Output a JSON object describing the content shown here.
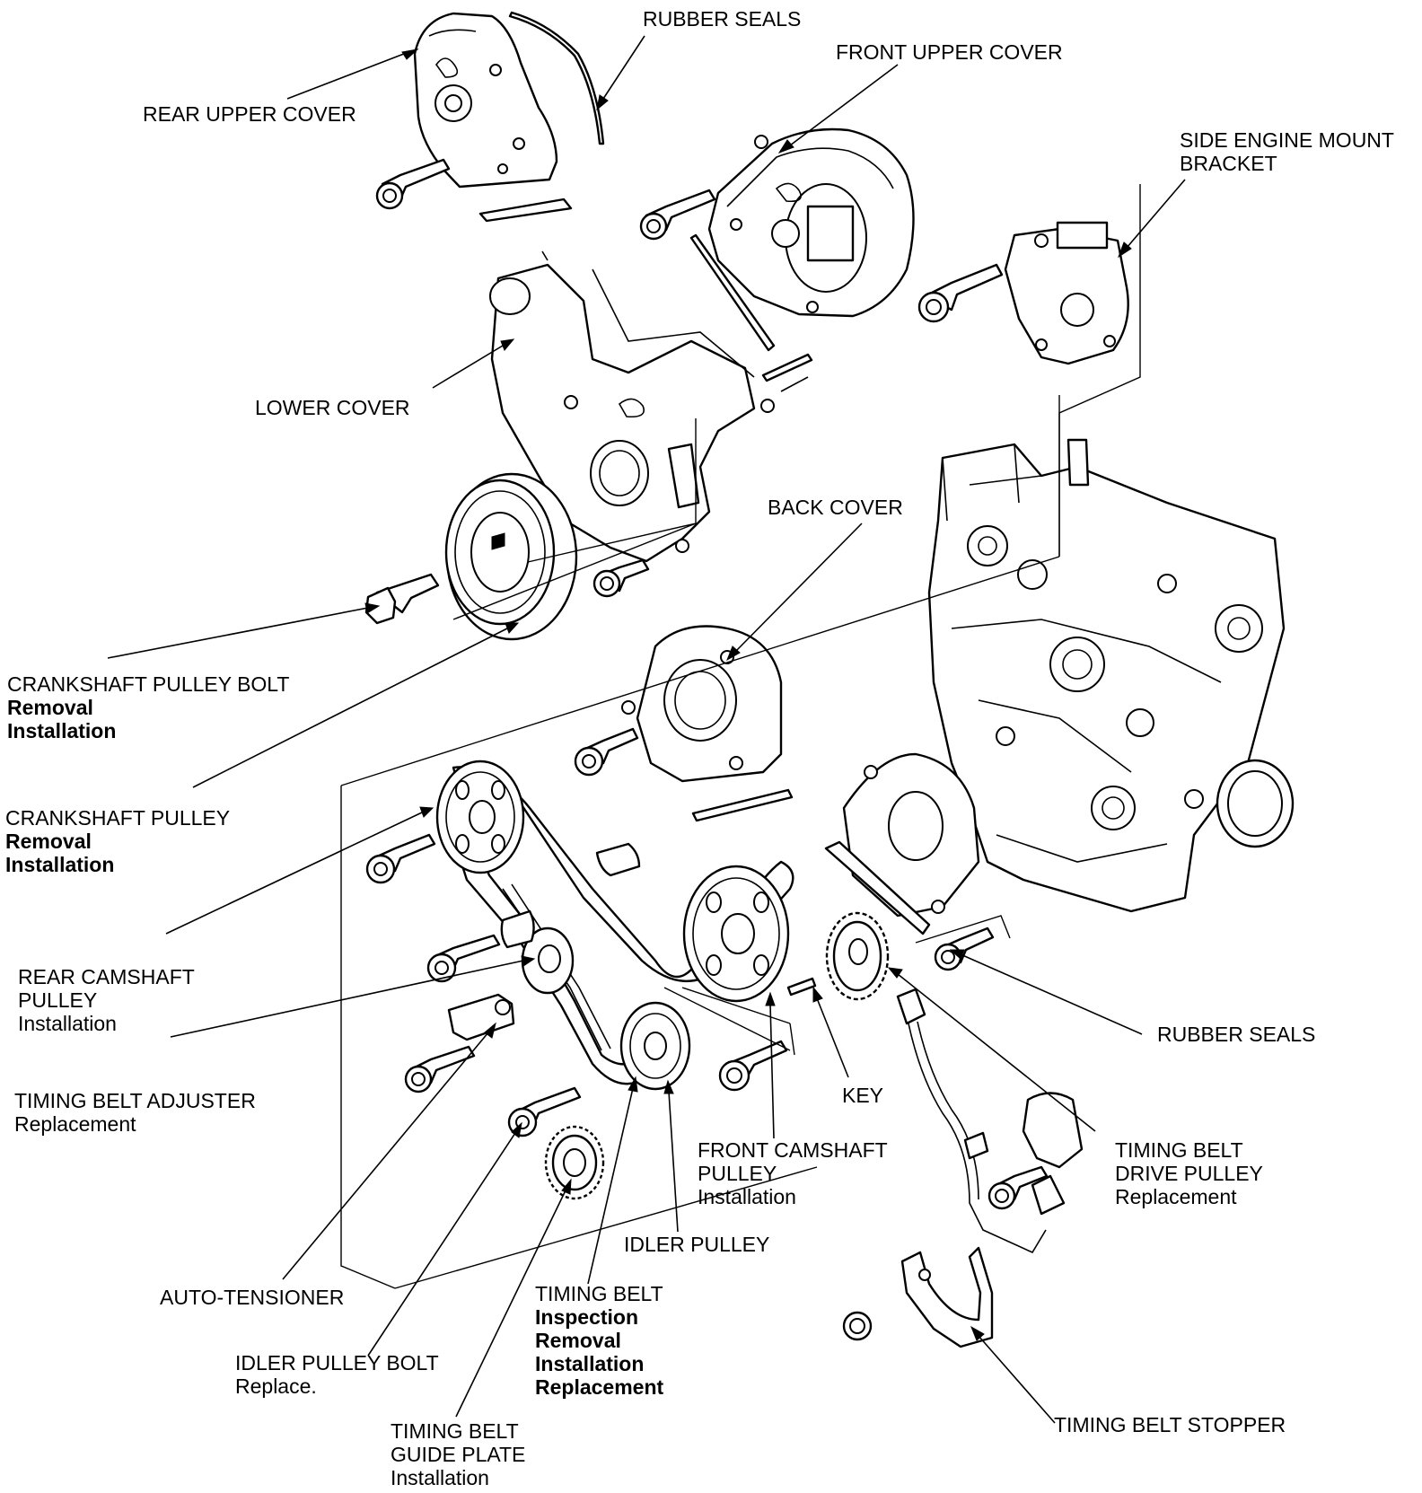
{
  "labels": {
    "rubber_seals_top": "RUBBER SEALS",
    "front_upper_cover": "FRONT UPPER COVER",
    "rear_upper_cover": "REAR UPPER COVER",
    "side_engine_mount_bracket": [
      "SIDE ENGINE MOUNT",
      "BRACKET"
    ],
    "lower_cover": "LOWER COVER",
    "back_cover": "BACK COVER",
    "crankshaft_pulley_bolt": {
      "title": "CRANKSHAFT PULLEY BOLT",
      "notes": [
        "Removal",
        "Installation"
      ]
    },
    "crankshaft_pulley": {
      "title": "CRANKSHAFT PULLEY",
      "notes": [
        "Removal",
        "Installation"
      ]
    },
    "rear_camshaft_pulley": {
      "title": [
        "REAR CAMSHAFT",
        "PULLEY"
      ],
      "notes": [
        "Installation"
      ]
    },
    "timing_belt_adjuster": {
      "title": "TIMING BELT ADJUSTER",
      "notes": [
        "Replacement"
      ]
    },
    "auto_tensioner": "AUTO-TENSIONER",
    "idler_pulley_bolt": {
      "title": "IDLER PULLEY BOLT",
      "notes": [
        "Replace."
      ]
    },
    "timing_belt_guide_plate": {
      "title": [
        "TIMING BELT",
        "GUIDE PLATE"
      ],
      "notes": [
        "Installation"
      ]
    },
    "timing_belt": {
      "title": "TIMING BELT",
      "notes": [
        "Inspection",
        "Removal",
        "Installation",
        "Replacement"
      ]
    },
    "idler_pulley": "IDLER PULLEY",
    "front_camshaft_pulley": {
      "title": [
        "FRONT CAMSHAFT",
        "PULLEY"
      ],
      "notes": [
        "Installation"
      ]
    },
    "key": "KEY",
    "timing_belt_drive_pulley": {
      "title": [
        "TIMING BELT",
        "DRIVE PULLEY"
      ],
      "notes": [
        "Replacement"
      ]
    },
    "rubber_seals_right": "RUBBER SEALS",
    "timing_belt_stopper": "TIMING BELT STOPPER"
  }
}
